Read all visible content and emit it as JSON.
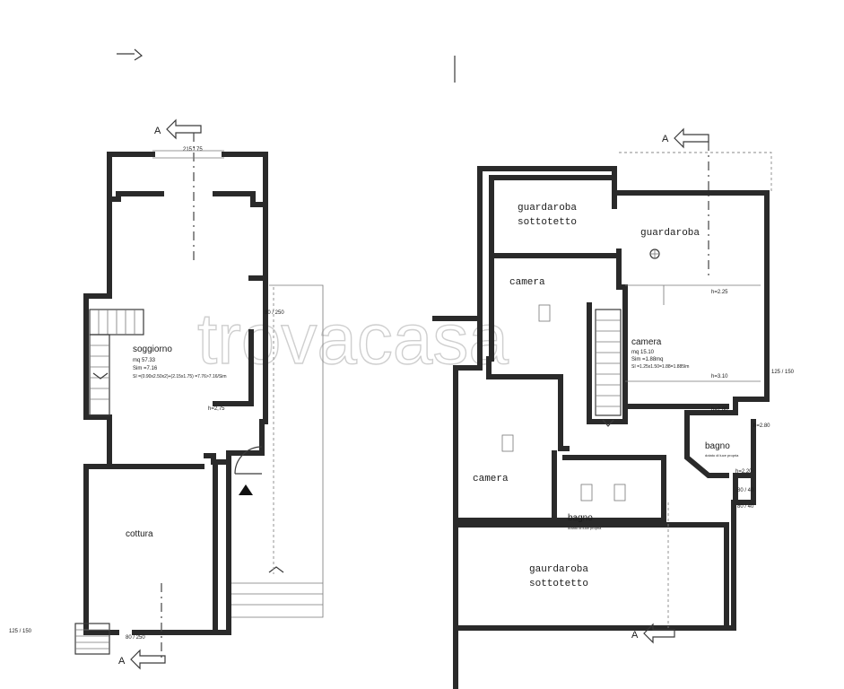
{
  "watermark": "trovacasa",
  "section_mark": "A",
  "left_plan": {
    "living": {
      "name": "soggiorno",
      "area": "mq 57.33",
      "sim": "Sim =7.16",
      "si": "SI =(0.90x2.50x2)+(2.15x1.75) =7.76>7.16/Sim"
    },
    "height": "h=2,75",
    "kitchen": "cottura",
    "dim_top": "215 / 75",
    "dim_right": "80 / 250",
    "dim_bottom": "80 / 250",
    "dim_far_left": "125 / 150"
  },
  "right_plan": {
    "rooms": {
      "guardaroba_sottotetto_top_1": "guardaroba",
      "guardaroba_sottotetto_top_2": "sottotetto",
      "guardaroba_top": "guardaroba",
      "camera_top": "camera",
      "camera_main": "camera",
      "camera_main_area": "mq 15.10",
      "camera_main_sim": "Sim =1.88mq",
      "camera_main_si": "SI =1.25x1.50=1.88=1.885lm",
      "camera_left": "camera",
      "bagno_right": "bagno",
      "bagno_right_note": "dotato di luce propria",
      "bagno_center": "bagno",
      "bagno_center_note": "dotato di luce propria",
      "gaurdaroba_bottom_1": "gaurdaroba",
      "gaurdaroba_bottom_2": "sottotetto"
    },
    "heights": {
      "h1": "h=2.25",
      "h2": "h=3.10",
      "h3": "h=2.80",
      "h4": "h=2.80",
      "h5": "h=2.20"
    },
    "dims": {
      "d1": "125 / 150",
      "d2": "80 / 40",
      "d3": "80 / 40"
    }
  }
}
